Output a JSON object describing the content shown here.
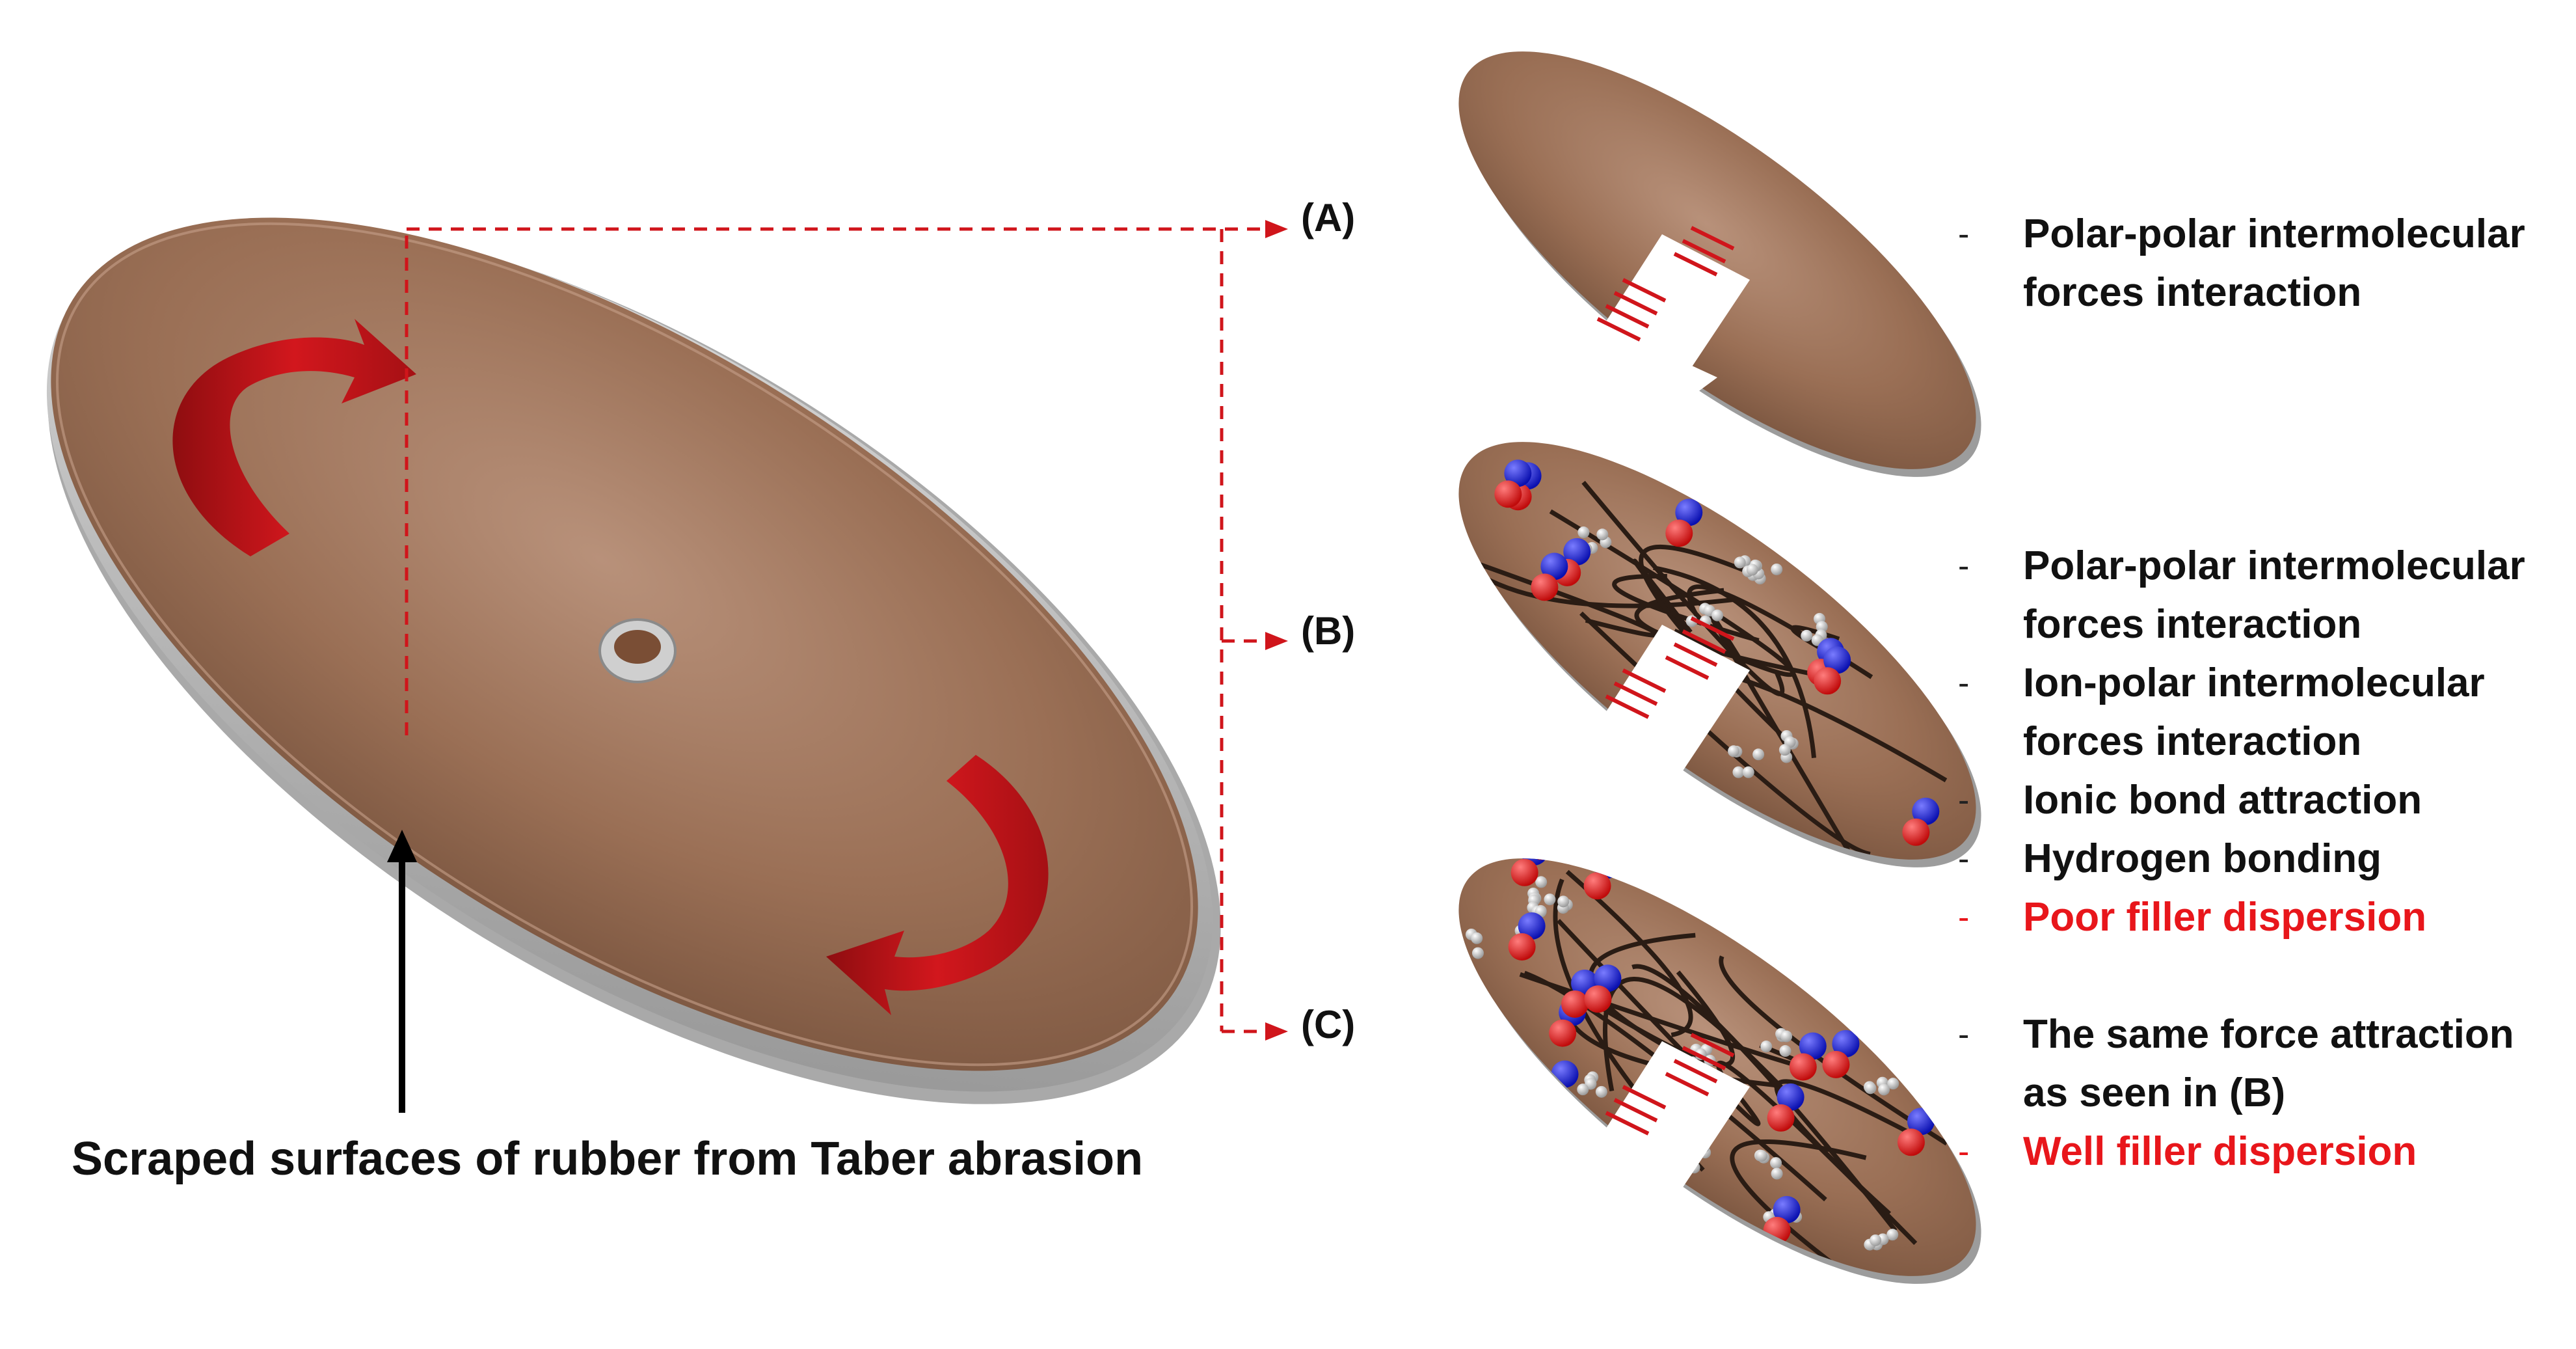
{
  "caption": "Scraped surfaces of rubber from Taber abrasion",
  "panels": [
    {
      "label": "(A)",
      "items": [
        {
          "dash": "-",
          "text": "Polar-polar intermolecular",
          "cont": "forces interaction",
          "highlight": false
        }
      ]
    },
    {
      "label": "(B)",
      "items": [
        {
          "dash": "-",
          "text": "Polar-polar intermolecular",
          "cont": "forces interaction",
          "highlight": false
        },
        {
          "dash": "-",
          "text": "Ion-polar intermolecular",
          "cont": "forces interaction",
          "highlight": false
        },
        {
          "dash": "-",
          "text": "Ionic bond attraction",
          "cont": "",
          "highlight": false
        },
        {
          "dash": "-",
          "text": "Hydrogen bonding",
          "cont": "",
          "highlight": false
        },
        {
          "dash": "-",
          "text": "Poor filler dispersion",
          "cont": "",
          "highlight": true
        }
      ]
    },
    {
      "label": "(C)",
      "items": [
        {
          "dash": "-",
          "text": "The same force attraction",
          "cont": "as seen in (B)",
          "highlight": false
        },
        {
          "dash": "-",
          "text": "Well filler dispersion",
          "cont": "",
          "highlight": true
        }
      ]
    }
  ],
  "colors": {
    "rubber": "#9a6f55",
    "rubber_light": "#b48a6e",
    "rubber_dark": "#6f4c38",
    "rim": "#c9c9c9",
    "arrow_red": "#c0161c",
    "connector": "#d0151b",
    "highlight_text": "#e8161b",
    "blue_particle": "#1a22d6",
    "red_particle": "#e01818",
    "grey_particle": "#c8c8c8"
  }
}
